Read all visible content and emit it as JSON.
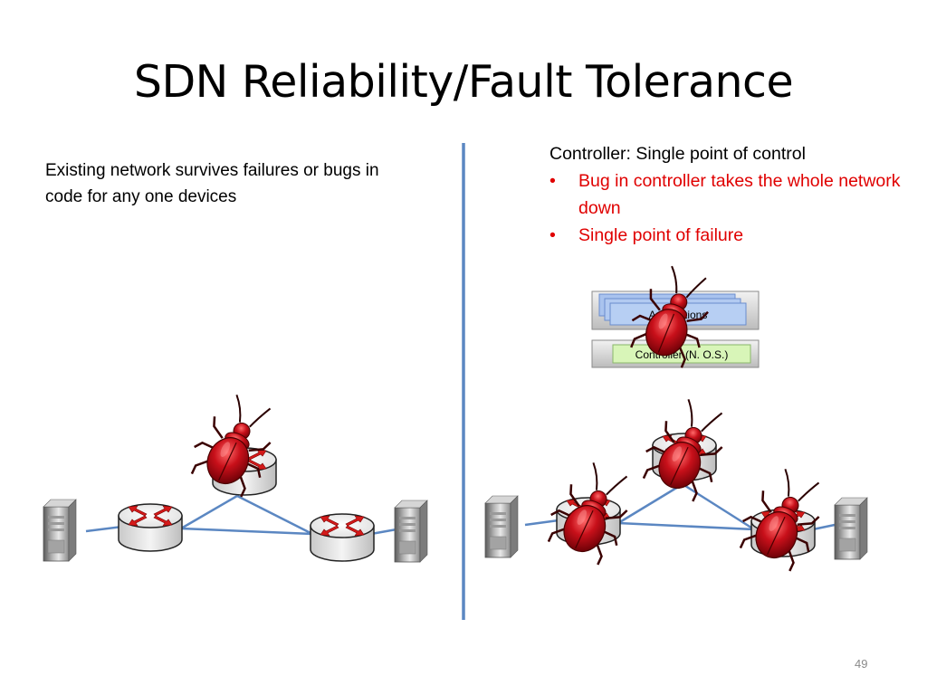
{
  "slide": {
    "title": "SDN Reliability/Fault Tolerance",
    "page_number": "49"
  },
  "left_panel": {
    "text": "Existing network survives failures or bugs in code for any one devices"
  },
  "right_panel": {
    "heading": "Controller: Single point of control",
    "bullets": [
      "Bug in controller takes the whole network down",
      "Single point of failure"
    ]
  },
  "controller_stack": {
    "applications_label": "Applications",
    "controller_label": "Controller (N. O.S.)"
  },
  "colors": {
    "divider": "#5b87c2",
    "link": "#5b87c2",
    "bullet_text": "#e00000",
    "bug_body": "#c8101a",
    "router_arrow": "#d41a1a",
    "app_box": "#b7cff3",
    "controller_box": "#d8f5b8"
  }
}
